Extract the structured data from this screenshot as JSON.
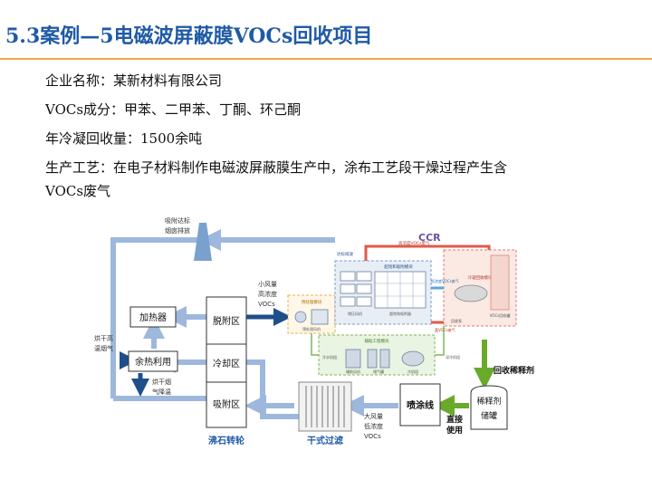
{
  "title": "5.3案例—5电磁波屏蔽膜VOCs回收项目",
  "info": {
    "company": "企业名称：某新材料有限公司",
    "components": "VOCs成分：甲苯、二甲苯、丁酮、环己酮",
    "recovery": "年冷凝回收量：1500余吨",
    "process_line1": "生产工艺：在电子材料制作电磁波屏蔽膜生产中，涂布工艺段干燥过程产生含",
    "process_line2": "VOCs废气"
  },
  "diagram": {
    "stack_label_1": "吸附达标",
    "stack_label_2": "烟囱排放",
    "ccr": "CCR",
    "heater": "加热器",
    "waste_heat": "余热利用",
    "desorption": "脱附区",
    "cooling": "冷却区",
    "adsorption": "吸附区",
    "zeolite_wheel": "沸石转轮",
    "dry_filter": "干式过滤",
    "spray_line": "喷涂线",
    "direct_use_1": "直接",
    "direct_use_2": "使用",
    "recover_diluent": "回收稀释剂",
    "tank_1": "稀释剂",
    "tank_2": "储罐",
    "small_air_1": "小风量",
    "small_air_2": "高浓度",
    "small_air_3": "VOCs",
    "large_air_1": "大风量",
    "large_air_2": "低浓度",
    "large_air_3": "VOCs",
    "dry_smoke_1": "烘干高",
    "dry_smoke_2": "温烟气",
    "dry_cool_1": "烘干烟",
    "dry_cool_2": "气降温",
    "pretreat_module": "预处理模块",
    "adsorb_module": "超饱和吸附模块",
    "aux_module": "辅助工程模块",
    "condense_module": "冷凝回收模块",
    "standard_gas": "达标排放",
    "high_conc": "高浓度VOCs废气",
    "low_conc": "低浓度VOCs废气",
    "aux_air": "辅助风机",
    "air_tank": "储气罐",
    "cold_unit": "冷机组",
    "water_unit": "冷水机组",
    "cryo_unit": "深冷机组",
    "pretreat_air": "预处理风机",
    "saturate_tower": "超饱和吸附器",
    "booster_fan": "增压风机",
    "vocs_tank": "VOCs回收罐",
    "recover_pump": "回收泵",
    "rich_gas": "富VOCs废气"
  }
}
